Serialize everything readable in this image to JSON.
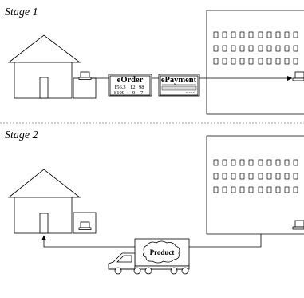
{
  "stages": [
    {
      "title": "Stage 1",
      "eorder": {
        "title": "eOrder",
        "row1": [
          "156.3",
          "12",
          "98"
        ],
        "row2": [
          "8109",
          "9",
          "7"
        ]
      },
      "epayment": {
        "title": "ePayment",
        "code": "372n145"
      }
    },
    {
      "title": "Stage 2",
      "truck": {
        "label": "Product"
      }
    }
  ],
  "colors": {
    "stroke": "#000000",
    "background": "#ffffff",
    "divider": "#888888"
  },
  "icons": [
    "house-icon",
    "laptop-icon",
    "office-building-icon",
    "delivery-truck-icon"
  ]
}
